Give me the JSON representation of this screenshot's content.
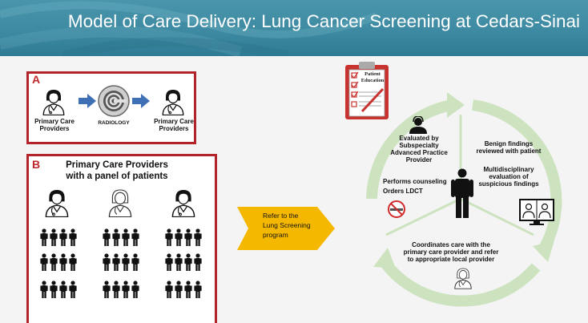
{
  "header": {
    "title": "Model of Care Delivery: Lung Cancer Screening at Cedars-Sinai"
  },
  "box_a": {
    "letter": "A",
    "left_label": "Primary Care Providers",
    "radiology_label": "RADIOLOGY",
    "right_label": "Primary Care Providers"
  },
  "box_b": {
    "letter": "B",
    "title_line1": "Primary Care Providers",
    "title_line2": "with a panel of patients"
  },
  "referral": {
    "line1": "Refer to the",
    "line2": "Lung Screening",
    "line3": "program"
  },
  "clipboard": {
    "line1": "Patient",
    "line2": "Education"
  },
  "cycle": {
    "evaluated": [
      "Evaluated by",
      "Subspecialty",
      "Advanced Practice",
      "Provider"
    ],
    "benign": [
      "Benign findings",
      "reviewed with patient"
    ],
    "multidisciplinary": [
      "Multidisciplinary",
      "evaluation of",
      "suspicious findings"
    ],
    "counseling": "Performs counseling",
    "orders": "Orders LDCT",
    "coordinates": [
      "Coordinates care with the",
      "primary care provider and refer",
      "to appropriate local provider"
    ]
  },
  "colors": {
    "header": "#3d8aa2",
    "box_border": "#b3242a",
    "arrow_blue": "#3f6fb5",
    "refer_arrow": "#f5b800",
    "cycle": "#cde3c0"
  }
}
